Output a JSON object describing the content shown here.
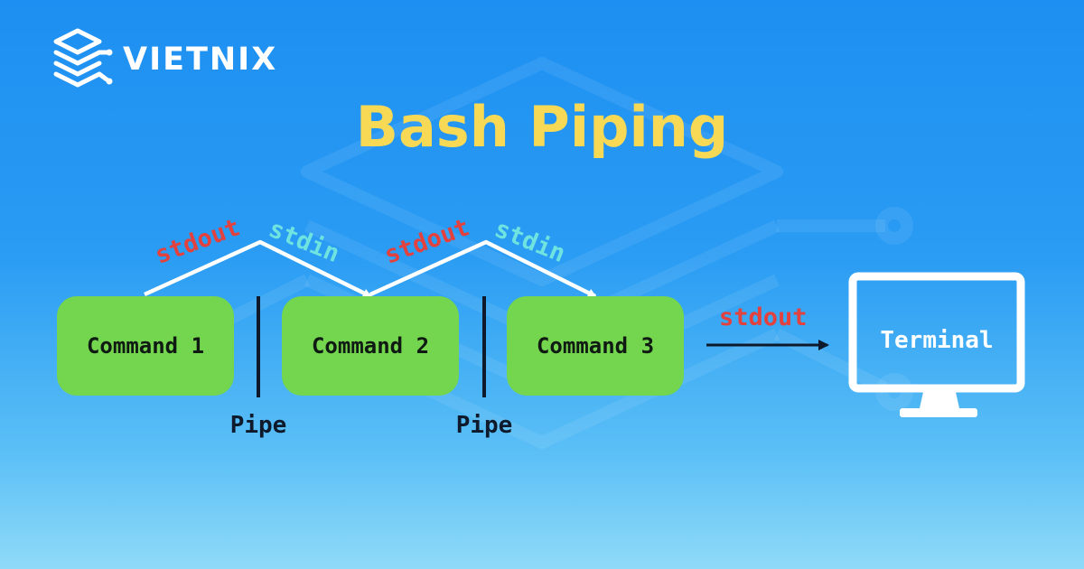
{
  "brand": {
    "name": "VIETNIX"
  },
  "title": "Bash Piping",
  "commands": [
    "Command 1",
    "Command 2",
    "Command 3"
  ],
  "pipes": [
    "Pipe",
    "Pipe"
  ],
  "streams": {
    "stdout": "stdout",
    "stdin": "stdin"
  },
  "terminal": {
    "label": "Terminal"
  },
  "colors": {
    "title": "#f7d955",
    "command_box": "#74d54e",
    "stdout_text": "#e2413d",
    "stdin_text": "#6fe3df"
  }
}
